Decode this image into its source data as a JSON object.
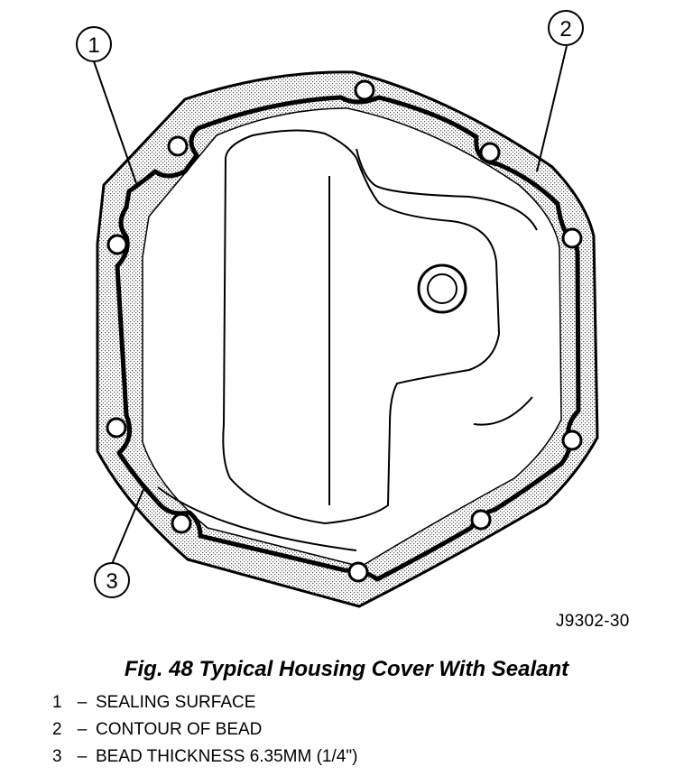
{
  "figure": {
    "id_label": "J9302-30",
    "caption": "Fig. 48 Typical Housing Cover With Sealant",
    "callouts": [
      "1",
      "2",
      "3"
    ]
  },
  "legend": [
    {
      "num": "1",
      "text": "SEALING SURFACE"
    },
    {
      "num": "2",
      "text": "CONTOUR OF BEAD"
    },
    {
      "num": "3",
      "text": "BEAD THICKNESS 6.35MM (1/4\")"
    }
  ]
}
